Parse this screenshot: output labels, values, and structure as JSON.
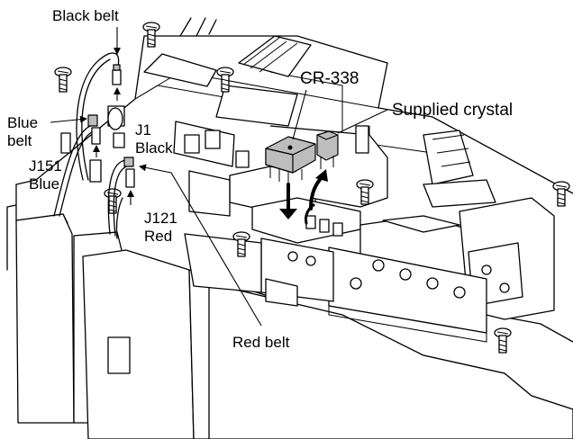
{
  "labels": {
    "black_belt": "Black belt",
    "cr338": "CR-338",
    "supplied_crystal": "Supplied crystal",
    "blue": "Blue",
    "belt": "belt",
    "j1": "J1",
    "black": "Black",
    "j151": "J151",
    "blue2": "Blue",
    "j121": "J121",
    "red": "Red",
    "red_belt": "Red belt"
  },
  "colors": {
    "ink": "#000000",
    "shade": "#bdbdbd",
    "paper": "#ffffff"
  }
}
